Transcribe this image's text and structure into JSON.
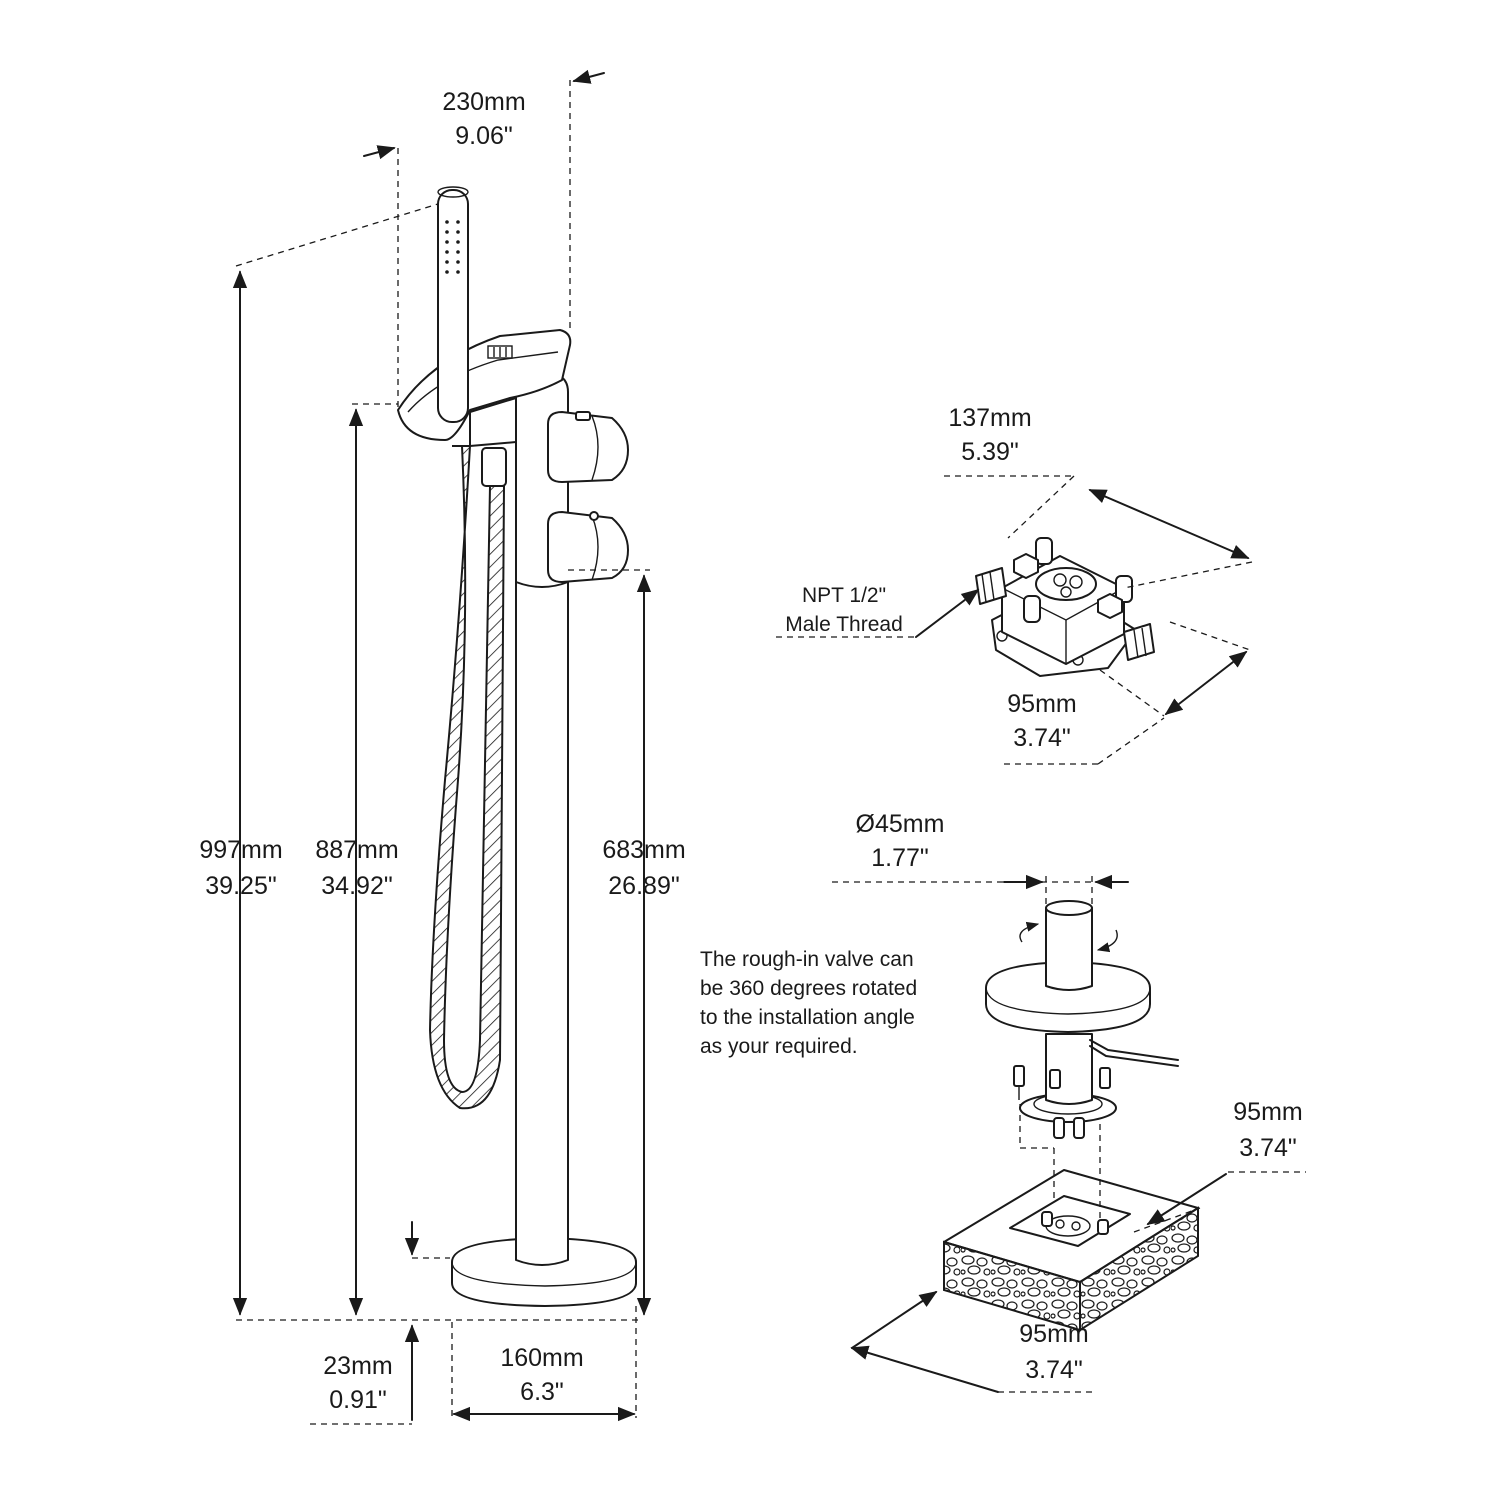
{
  "dimensions": {
    "top_width": {
      "mm": "230mm",
      "in": "9.06\""
    },
    "total_height": {
      "mm": "997mm",
      "in": "39.25\""
    },
    "spout_height": {
      "mm": "887mm",
      "in": "34.92\""
    },
    "handle_height": {
      "mm": "683mm",
      "in": "26.89\""
    },
    "base_thickness": {
      "mm": "23mm",
      "in": "0.91\""
    },
    "base_diameter": {
      "mm": "160mm",
      "in": "6.3\""
    },
    "valve_width": {
      "mm": "137mm",
      "in": "5.39\""
    },
    "valve_depth": {
      "mm": "95mm",
      "in": "3.74\""
    },
    "pipe_diameter": {
      "mm": "Ø45mm",
      "in": "1.77\""
    },
    "pad_depth": {
      "mm": "95mm",
      "in": "3.74\""
    },
    "pad_width": {
      "mm": "95mm",
      "in": "3.74\""
    }
  },
  "thread_label": {
    "line1": "NPT 1/2\"",
    "line2": "Male Thread"
  },
  "rotation_note": {
    "lines": [
      "The rough-in valve can",
      "be 360 degrees rotated",
      "to the installation angle",
      "as your required."
    ]
  },
  "icons": {
    "faucet": "freestanding-tub-faucet-icon",
    "valve": "rough-in-valve-icon",
    "install": "valve-installation-icon",
    "rotate": "rotate-arrow-icon"
  }
}
